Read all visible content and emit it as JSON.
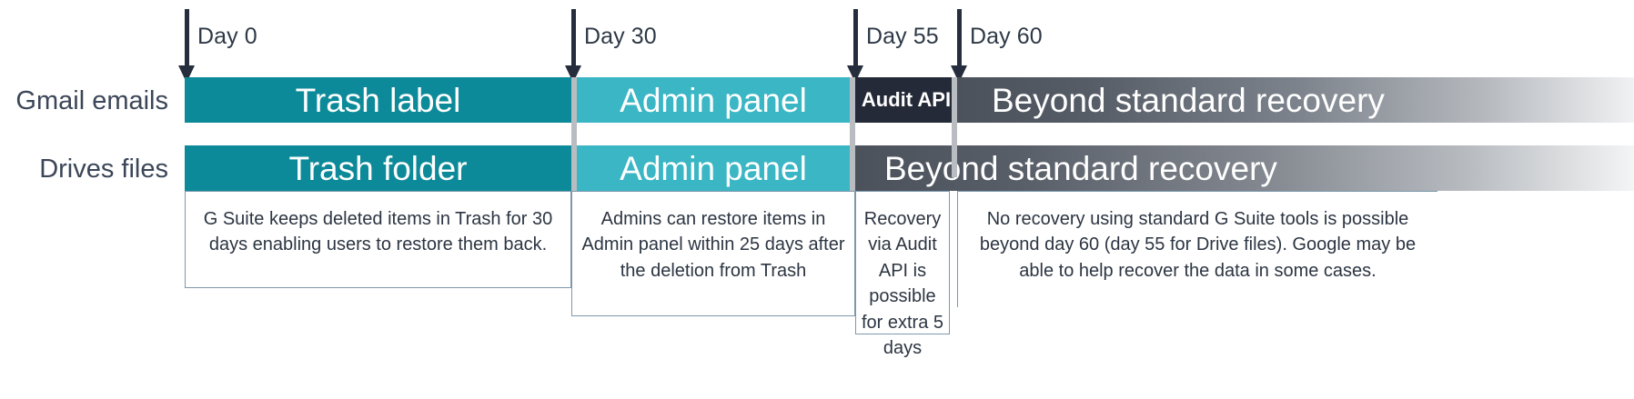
{
  "diagram": {
    "title": "G Suite deletion recovery timeline",
    "colors": {
      "teal": "#0d8a99",
      "cyan": "#3ab6c4",
      "dark": "#242a37",
      "gray_gradient_start": "#4c525c",
      "marker": "#262d3c",
      "label_text": "#3b4658",
      "note_border": "#7d98ad"
    }
  },
  "markers": [
    {
      "label": "Day 0",
      "day": 0
    },
    {
      "label": "Day 30",
      "day": 30
    },
    {
      "label": "Day 55",
      "day": 55
    },
    {
      "label": "Day 60",
      "day": 60
    }
  ],
  "rows": [
    {
      "label": "Gmail emails",
      "segments": [
        {
          "label": "Trash label",
          "from_day": 0,
          "to_day": 30
        },
        {
          "label": "Admin panel",
          "from_day": 30,
          "to_day": 55
        },
        {
          "label": "Audit API",
          "from_day": 55,
          "to_day": 60
        },
        {
          "label": "Beyond standard recovery",
          "from_day": 60,
          "to_day": null
        }
      ]
    },
    {
      "label": "Drives files",
      "segments": [
        {
          "label": "Trash folder",
          "from_day": 0,
          "to_day": 30
        },
        {
          "label": "Admin panel",
          "from_day": 30,
          "to_day": 55
        },
        {
          "label": "Beyond standard recovery",
          "from_day": 55,
          "to_day": null
        }
      ]
    }
  ],
  "notes": [
    {
      "text": "G Suite keeps deleted items in Trash for 30 days enabling users to restore them back."
    },
    {
      "text": "Admins can restore items in Admin panel within 25 days after the deletion from Trash"
    },
    {
      "text": "Recovery via Audit API is possible for extra 5 days"
    },
    {
      "text": "No recovery using standard G Suite tools is possible beyond day 60 (day 55 for Drive files). Google may be able to help recover the data in some cases."
    }
  ]
}
